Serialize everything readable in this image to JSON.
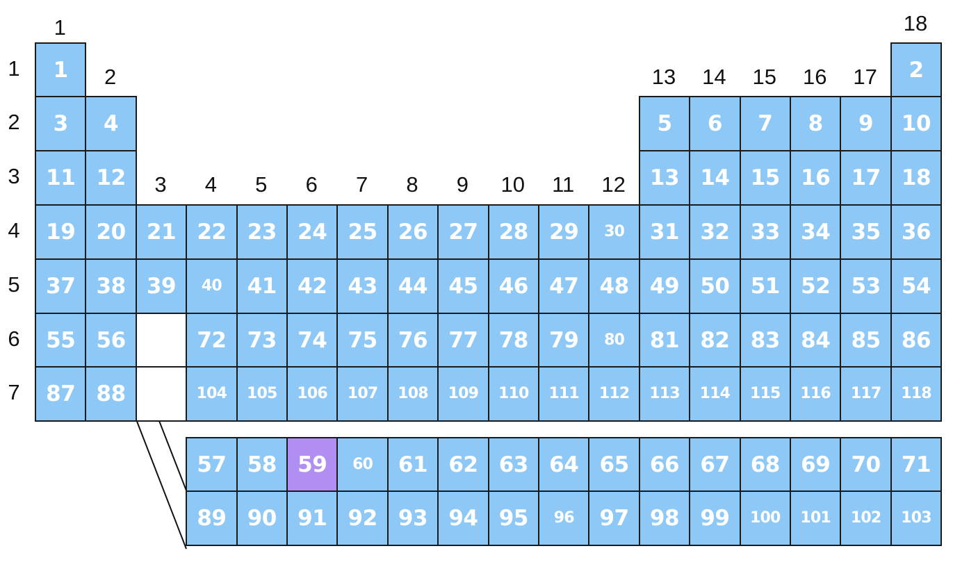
{
  "groups": [
    "1",
    "2",
    "3",
    "4",
    "5",
    "6",
    "7",
    "8",
    "9",
    "10",
    "11",
    "12",
    "13",
    "14",
    "15",
    "16",
    "17",
    "18"
  ],
  "periods": [
    "1",
    "2",
    "3",
    "4",
    "5",
    "6",
    "7"
  ],
  "highlight_color": "#b18ef2",
  "cell_color": "#8ec8f6",
  "highlighted_element": "59",
  "main_table": [
    [
      "1",
      "",
      "",
      "",
      "",
      "",
      "",
      "",
      "",
      "",
      "",
      "",
      "",
      "",
      "",
      "",
      "",
      "2"
    ],
    [
      "3",
      "4",
      "",
      "",
      "",
      "",
      "",
      "",
      "",
      "",
      "",
      "",
      "5",
      "6",
      "7",
      "8",
      "9",
      "10"
    ],
    [
      "11",
      "12",
      "",
      "",
      "",
      "",
      "",
      "",
      "",
      "",
      "",
      "",
      "13",
      "14",
      "15",
      "16",
      "17",
      "18"
    ],
    [
      "19",
      "20",
      "21",
      "22",
      "23",
      "24",
      "25",
      "26",
      "27",
      "28",
      "29",
      "30",
      "31",
      "32",
      "33",
      "34",
      "35",
      "36"
    ],
    [
      "37",
      "38",
      "39",
      "40",
      "41",
      "42",
      "43",
      "44",
      "45",
      "46",
      "47",
      "48",
      "49",
      "50",
      "51",
      "52",
      "53",
      "54"
    ],
    [
      "55",
      "56",
      "",
      "72",
      "73",
      "74",
      "75",
      "76",
      "77",
      "78",
      "79",
      "80",
      "81",
      "82",
      "83",
      "84",
      "85",
      "86"
    ],
    [
      "87",
      "88",
      "",
      "104",
      "105",
      "106",
      "107",
      "108",
      "109",
      "110",
      "111",
      "112",
      "113",
      "114",
      "115",
      "116",
      "117",
      "118"
    ]
  ],
  "f_block": [
    [
      "57",
      "58",
      "59",
      "60",
      "61",
      "62",
      "63",
      "64",
      "65",
      "66",
      "67",
      "68",
      "69",
      "70",
      "71"
    ],
    [
      "89",
      "90",
      "91",
      "92",
      "93",
      "94",
      "95",
      "96",
      "97",
      "98",
      "99",
      "100",
      "101",
      "102",
      "103"
    ]
  ]
}
